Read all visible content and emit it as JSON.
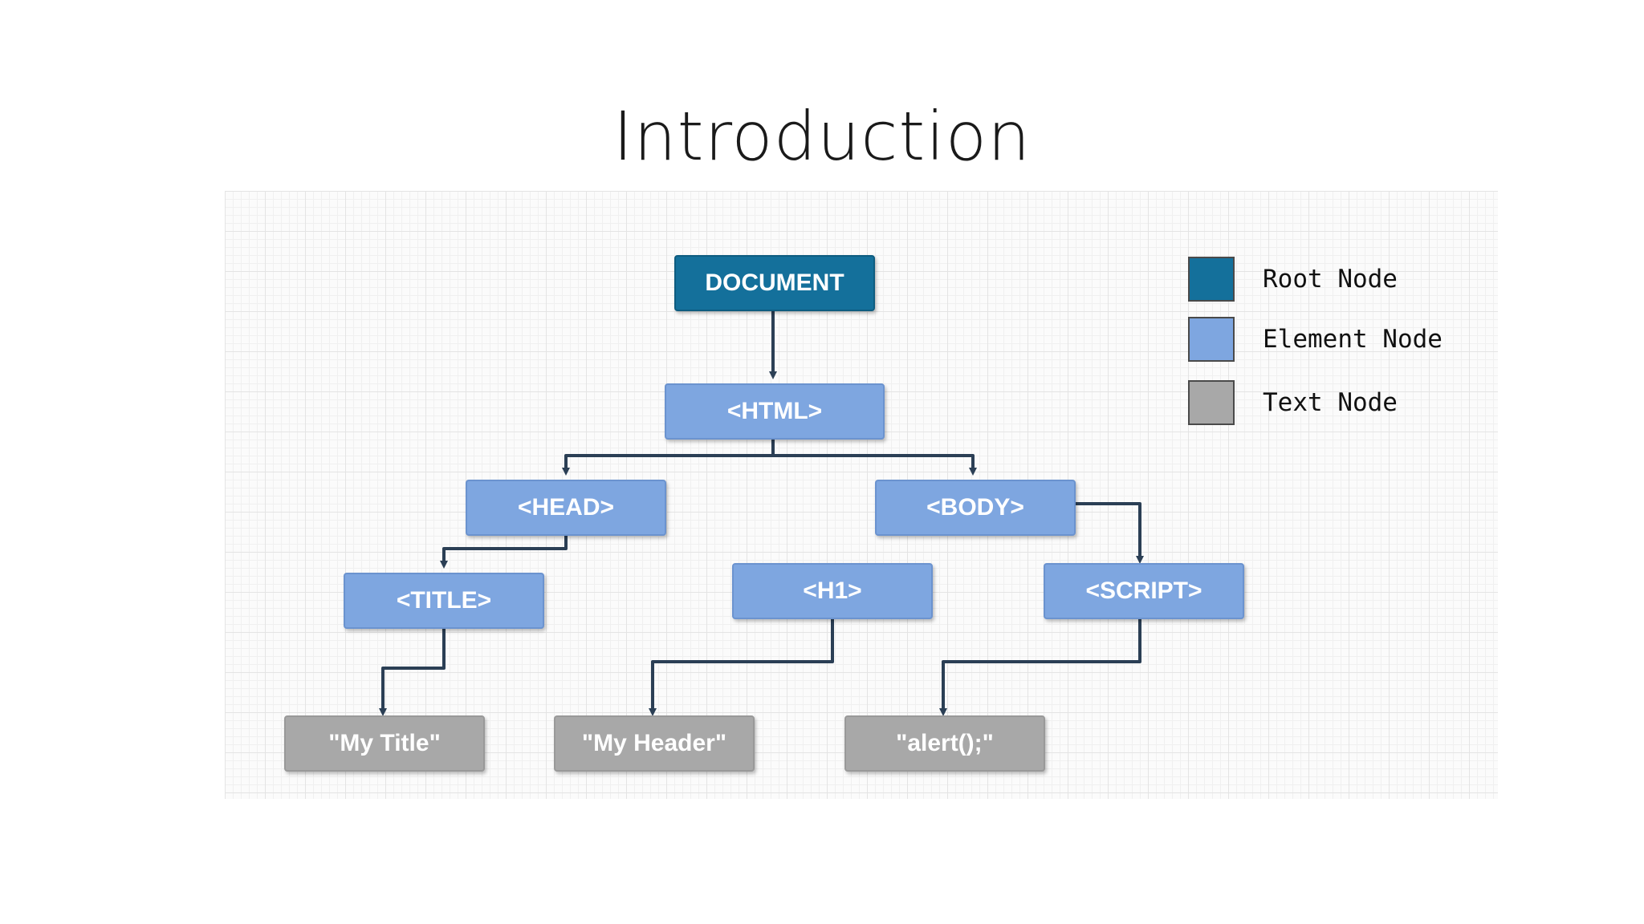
{
  "slide": {
    "title": "Introduction"
  },
  "colors": {
    "root": "#14709b",
    "element": "#7ea6e0",
    "text": "#a8a8a8",
    "edge": "#2b3f55"
  },
  "tree": {
    "document": "DOCUMENT",
    "html": "<HTML>",
    "head": "<HEAD>",
    "body": "<BODY>",
    "title_tag": "<TITLE>",
    "h1": "<H1>",
    "script": "<SCRIPT>",
    "my_title": "\"My Title\"",
    "my_header": "\"My Header\"",
    "alert": "\"alert();\""
  },
  "legend": {
    "root": "Root Node",
    "element": "Element Node",
    "text": "Text Node"
  }
}
